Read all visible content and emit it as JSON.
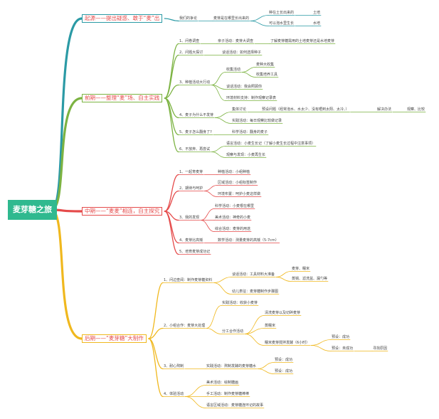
{
  "root": "麦芽糖之旅",
  "colors": {
    "teal": "#2b9aa5",
    "green": "#7cb342",
    "red": "#e54a4a",
    "yellow": "#f0b81e",
    "root": "#2fb98f"
  },
  "phases": [
    {
      "label": "起源——提出疑惑、敢于“麦”出",
      "items": [
        {
          "text": "我们的争论",
          "children": [
            {
              "text": "麦芽是在哪里长出来的",
              "children": [
                {
                  "text": "种在土长出来的",
                  "children": [
                    {
                      "text": "土培"
                    }
                  ]
                },
                {
                  "text": "可以泡水里生长",
                  "children": [
                    {
                      "text": "水培"
                    }
                  ]
                }
              ]
            }
          ]
        }
      ]
    },
    {
      "label": "前期——整理“麦”场、自主实践",
      "items": [
        {
          "text": "1、问卷调查",
          "children": [
            {
              "text": "亲子活动：麦芽大调查",
              "children": [
                {
                  "text": "了解麦芽糖需用的土培麦芽还是水培麦芽"
                }
              ]
            }
          ]
        },
        {
          "text": "2、问题大探讨",
          "children": [
            {
              "text": "谈话活动：如何选择种子"
            }
          ]
        },
        {
          "text": "3、种植活动大行动",
          "children": [
            {
              "text": "收集活动",
              "children": [
                {
                  "text": "麦种大收集"
                },
                {
                  "text": "收集培养工具"
                }
              ]
            },
            {
              "text": "谈话活动：我会照顾你"
            },
            {
              "text": "环境材料支持：制作观察记录表"
            }
          ]
        },
        {
          "text": "4、麦子为什么不发芽",
          "children": [
            {
              "text": "集体讨论",
              "children": [
                {
                  "text": "预设问题（经常泡水、水太少、没有晒到太阳、太冷、）",
                  "children": [
                    {
                      "text": "解决办法",
                      "children": [
                        {
                          "text": "观察、比较"
                        }
                      ]
                    }
                  ]
                }
              ]
            },
            {
              "text": "实践活动：每日观察比较做记录"
            }
          ]
        },
        {
          "text": "5、麦子怎么翻身了?",
          "children": [
            {
              "text": "科学活动：翻身的麦子"
            }
          ]
        },
        {
          "text": "6、不放弃、再尝试",
          "children": [
            {
              "text": "语言活动：小麦生长记（了解小麦生长过程中注意事项）"
            },
            {
              "text": "观察与发现：小麦再生长"
            }
          ]
        }
      ]
    },
    {
      "label": "中期——“麦麦”相连，自主探究",
      "items": [
        {
          "text": "1、一起育麦芽",
          "children": [
            {
              "text": "种植活动：小组种植"
            }
          ]
        },
        {
          "text": "2、期待与呵护",
          "children": [
            {
              "text": "区域活动：小组标签制作"
            },
            {
              "text": "环境布置：呵护小麦这样做"
            }
          ]
        },
        {
          "text": "3、我的发现",
          "children": [
            {
              "text": "科学活动：小麦根在哪里"
            },
            {
              "text": "美术活动：神奇的小麦"
            },
            {
              "text": "综合活动：麦芽的用途"
            }
          ]
        },
        {
          "text": "4、麦芽比高矮",
          "children": [
            {
              "text": "数学活动：测量麦芽的高矮（5-7cm）"
            }
          ]
        },
        {
          "text": "5、培育麦芽成功记"
        }
      ]
    },
    {
      "label": "后期——“麦芽糖”大制作",
      "items": [
        {
          "text": "1、问边查阅：制作麦芽糖资料",
          "children": [
            {
              "text": "谈话活动：工具材料大准备",
              "children": [
                {
                  "text": "麦芽、糯米"
                },
                {
                  "text": "蒸锅、滤洗盆、漏勺等"
                }
              ]
            },
            {
              "text": "幼儿表征：麦芽糖制作步骤图"
            }
          ]
        },
        {
          "text": "2、小组合作：麦芽大处理",
          "children": [
            {
              "text": "实践活动：收获小麦芽"
            },
            {
              "text": "分工合作活动",
              "children": [
                {
                  "text": "清洗麦芽以及切碎麦芽"
                },
                {
                  "text": "蒸糯米"
                },
                {
                  "text": "糯米麦芽搅拌发酵（6小时）",
                  "children": [
                    {
                      "text": "预设：成功"
                    },
                    {
                      "text": "预设：未成功",
                      "children": [
                        {
                          "text": "寻找原因"
                        }
                      ]
                    }
                  ]
                }
              ]
            }
          ]
        },
        {
          "text": "3、耐心熬制",
          "children": [
            {
              "text": "实践活动：熬制发酵的麦芽糖水",
              "children": [
                {
                  "text": "预设：成功"
                },
                {
                  "text": "预设：成功"
                }
              ]
            }
          ]
        },
        {
          "text": "4、体验活动",
          "children": [
            {
              "text": "美术活动：绘制糖画"
            },
            {
              "text": "手工活动：制作麦芽糖棒棒"
            },
            {
              "text": "语言区域活动：麦芽糖连环记的故事"
            }
          ]
        }
      ]
    }
  ]
}
